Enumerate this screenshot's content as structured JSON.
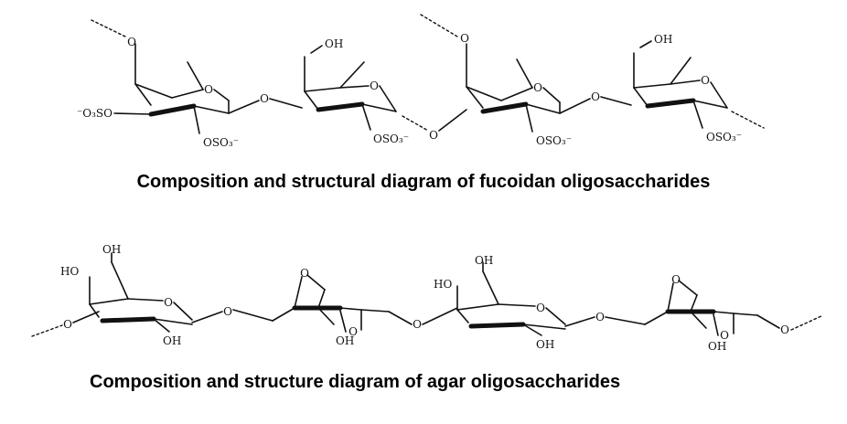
{
  "fucoidan": {
    "caption": "Composition and structural diagram of fucoidan oligosaccharides",
    "labels": {
      "ring_oxygen": "O",
      "glycosidic_oxygen": "O",
      "hydroxyl": "OH",
      "sulfate_left": "⁻O₃SO",
      "sulfate_right": "OSO₃⁻"
    }
  },
  "agar": {
    "caption": "Composition and structure diagram of agar oligosaccharides",
    "labels": {
      "ring_oxygen": "O",
      "glycosidic_oxygen": "O",
      "hydroxyl": "OH",
      "hydroxyl_left": "HO"
    }
  }
}
